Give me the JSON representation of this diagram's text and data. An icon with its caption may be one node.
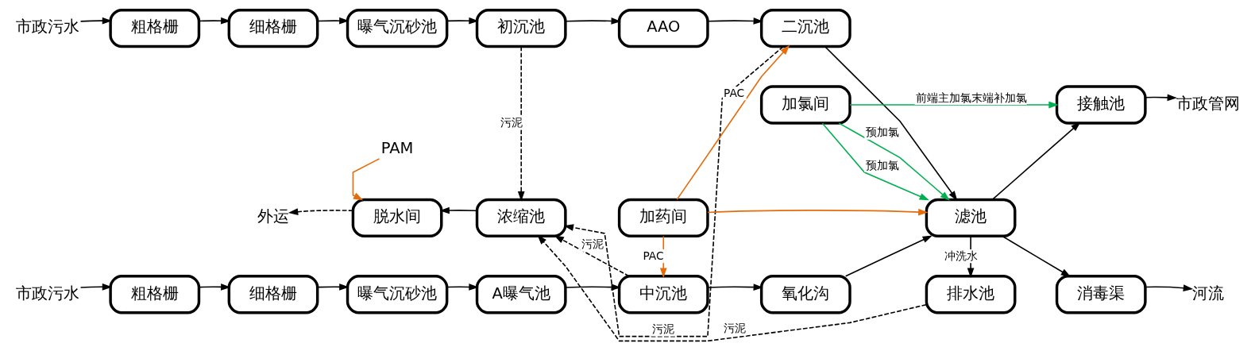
{
  "diagram": {
    "nodes": [
      {
        "text": [
          "市政污水"
        ]
      },
      {
        "text": [
          "粗格栅"
        ]
      },
      {
        "text": [
          "细格栅"
        ]
      },
      {
        "text": [
          "曝气沉砂池"
        ]
      },
      {
        "text": [
          "初沉池"
        ]
      },
      {
        "text": [
          "AAO"
        ]
      },
      {
        "text": [
          "二沉池"
        ]
      },
      {
        "text": [
          "加氯间"
        ]
      },
      {
        "text": [
          "接触池"
        ]
      },
      {
        "text": [
          "市政管网"
        ]
      },
      {
        "text": [
          "PAM"
        ]
      },
      {
        "text": [
          "外运"
        ]
      },
      {
        "text": [
          "脱水间"
        ]
      },
      {
        "text": [
          "浓缩池"
        ]
      },
      {
        "text": [
          "加药间"
        ]
      },
      {
        "text": [
          "滤池"
        ]
      },
      {
        "text": [
          "消毒渠"
        ]
      },
      {
        "text": [
          "河流"
        ]
      },
      {
        "text": [
          "排水池"
        ]
      },
      {
        "text": [
          "市政污水"
        ]
      },
      {
        "text": [
          "粗格栅"
        ]
      },
      {
        "text": [
          "细格栅"
        ]
      },
      {
        "text": [
          "曝气沉砂池"
        ]
      },
      {
        "text": [
          "A曝气池"
        ]
      },
      {
        "text": [
          "中沉池"
        ]
      },
      {
        "text": [
          "氧化沟"
        ]
      }
    ],
    "edges": [
      {
        "from": 0,
        "to": 1,
        "arrow": "to"
      },
      {
        "from": 1,
        "to": 2,
        "arrow": "to"
      },
      {
        "from": 2,
        "to": 3,
        "arrow": "to"
      },
      {
        "from": 3,
        "to": 4,
        "arrow": "to"
      },
      {
        "from": 4,
        "to": 5,
        "arrow": "to"
      },
      {
        "from": 5,
        "to": 6,
        "arrow": "to"
      },
      {
        "from": 6,
        "to": 15,
        "arrow": "to"
      },
      {
        "from": 4,
        "to": 13,
        "arrow": "to",
        "label": "污泥",
        "style": "dashed"
      },
      {
        "from": 6,
        "to": 13,
        "arrow": "to",
        "label": "污泥",
        "style": "dashed"
      },
      {
        "from": 14,
        "to": 6,
        "arrow": "to",
        "label": "PAC",
        "color": "#e46c0a"
      },
      {
        "from": 7,
        "to": 15,
        "arrow": "to",
        "label": "预加氯",
        "color": "#00b050"
      },
      {
        "from": 7,
        "to": 8,
        "arrow": "to",
        "label": "前端主加氯末端补加氯",
        "color": "#00b050"
      },
      {
        "from": 10,
        "to": 12,
        "arrow": "to",
        "color": "#e46c0a"
      },
      {
        "from": 13,
        "to": 12,
        "arrow": "to"
      },
      {
        "from": 12,
        "to": 11,
        "arrow": "to",
        "style": "dashed"
      },
      {
        "from": 14,
        "to": 15,
        "arrow": "to",
        "color": "#e46c0a"
      },
      {
        "from": 15,
        "to": 8,
        "arrow": "to"
      },
      {
        "from": 15,
        "to": 16,
        "arrow": "to"
      },
      {
        "from": 8,
        "to": 9,
        "arrow": "to"
      },
      {
        "from": 16,
        "to": 17,
        "arrow": "to"
      },
      {
        "from": 15,
        "to": 18,
        "arrow": "to",
        "label": "冲洗水"
      },
      {
        "from": 7,
        "to": 15,
        "arrow": "to",
        "label": "预加氯",
        "color": "#00b050"
      },
      {
        "from": 14,
        "to": 24,
        "arrow": "to",
        "label": "PAC",
        "color": "#e46c0a"
      },
      {
        "from": 24,
        "to": 13,
        "arrow": "to",
        "label": "污泥",
        "style": "dashed"
      },
      {
        "from": 18,
        "to": 13,
        "arrow": "to",
        "label": "污泥",
        "style": "dashed"
      },
      {
        "from": 19,
        "to": 20,
        "arrow": "to"
      },
      {
        "from": 20,
        "to": 21,
        "arrow": "to"
      },
      {
        "from": 21,
        "to": 22,
        "arrow": "to"
      },
      {
        "from": 22,
        "to": 23,
        "arrow": "to"
      },
      {
        "from": 23,
        "to": 24,
        "arrow": "to"
      },
      {
        "from": 24,
        "to": 25,
        "arrow": "to"
      },
      {
        "from": 25,
        "to": 15,
        "arrow": "to"
      }
    ]
  }
}
